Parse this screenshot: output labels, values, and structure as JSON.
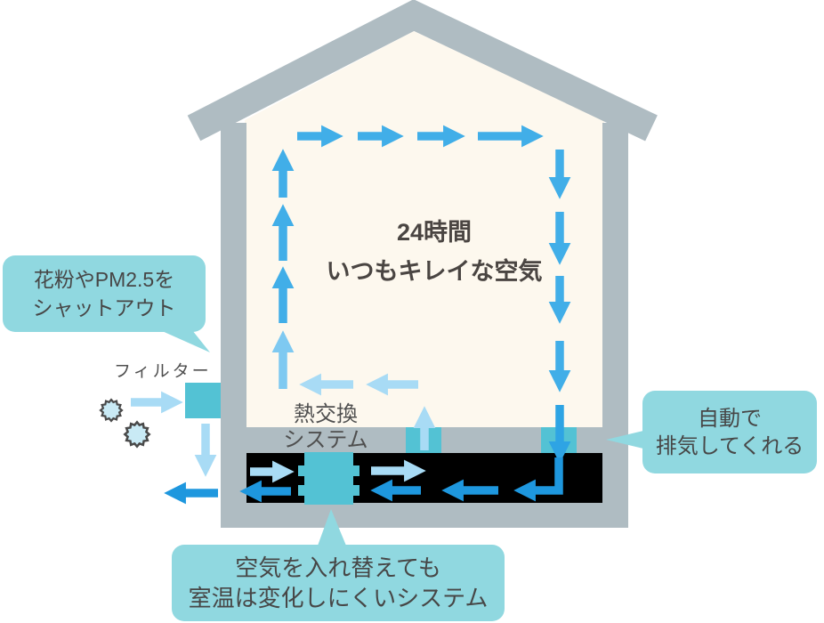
{
  "title": {
    "line1": "24時間",
    "line2": "いつもキレイな空気"
  },
  "labels": {
    "filter": "フィルター",
    "heat_exchange_line1": "熱交換",
    "heat_exchange_line2": "システム"
  },
  "bubbles": {
    "pollen": {
      "line1": "花粉やPM2.5を",
      "line2": "シャットアウト"
    },
    "exhaust": {
      "line1": "自動で",
      "line2": "排気してくれる"
    },
    "temperature": {
      "line1": "空気を入れ替えても",
      "line2": "室温は変化しにくいシステム"
    }
  },
  "icons": {
    "pollen_particle": "pollen-particle-icon",
    "arrow": "airflow-arrow-icon"
  },
  "colors": {
    "house_gray": "#afbcc2",
    "interior_cream": "#fdf8ee",
    "underfloor_black": "#000000",
    "unit_teal": "#53c2d4",
    "bubble_teal": "#90d8e0",
    "arrow_blue_medium": "#41aee8",
    "arrow_blue_medium_light": "#7ec9f1",
    "arrow_blue_light": "#a8dbf5",
    "arrow_blue_dark": "#1e97de",
    "arrow_blue_vent": "#2ea4e4",
    "particle_blue": "#c9eaf5",
    "outline_dark": "#4a4a4a",
    "text_dark": "#474747"
  }
}
